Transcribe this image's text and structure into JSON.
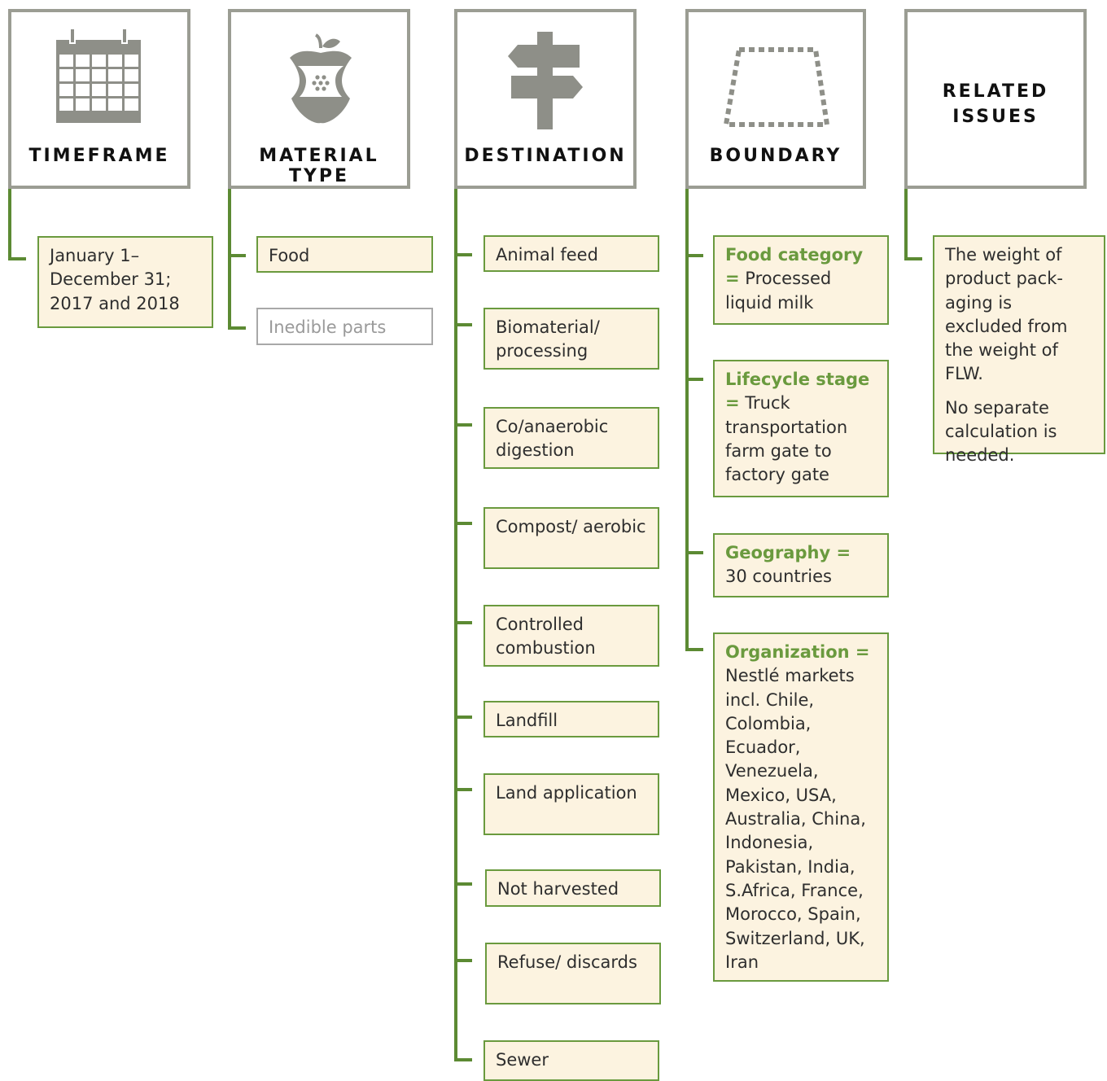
{
  "columns": {
    "timeframe": {
      "title": "TIMEFRAME",
      "icon": "calendar-icon",
      "items": [
        "January 1–December 31; 2017 and 2018"
      ]
    },
    "material_type": {
      "title": "MATERIAL TYPE",
      "icon": "apple-core-icon",
      "items": [
        "Food",
        "Inedible parts"
      ]
    },
    "destination": {
      "title": "DESTINATION",
      "icon": "signpost-icon",
      "items": [
        "Animal feed",
        "Biomaterial/ processing",
        "Co/anaerobic digestion",
        "Compost/ aerobic",
        "Controlled combustion",
        "Landfill",
        "Land application",
        "Not harvested",
        "Refuse/ discards",
        "Sewer"
      ]
    },
    "boundary": {
      "title": "BOUNDARY",
      "icon": "dotted-boundary-icon",
      "items": [
        {
          "key": "Food category =",
          "value": "Processed liquid milk"
        },
        {
          "key": "Lifecycle stage =",
          "value": "Truck transportation farm gate to factory gate"
        },
        {
          "key": "Geography =",
          "value": "30 countries"
        },
        {
          "key": "Organization =",
          "value": "Nestlé markets incl. Chile, Colombia, Ecuador, Venezuela, Mexico, USA, Australia, China, Indonesia, Pakistan, India, S.Africa, France, Morocco, Spain, Switzerland, UK, Iran"
        }
      ]
    },
    "related_issues": {
      "title": "RELATED ISSUES",
      "items": [
        "The weight of product pack-aging is excluded from the weight of FLW.",
        "No separate calculation is needed."
      ]
    }
  },
  "colors": {
    "connector": "#5c8a33",
    "box_border": "#6a9a3e",
    "box_fill": "#fcf3e0",
    "header_border": "#9b9d93",
    "icon_gray": "#8e8f88",
    "key_text": "#6a9a3e"
  }
}
